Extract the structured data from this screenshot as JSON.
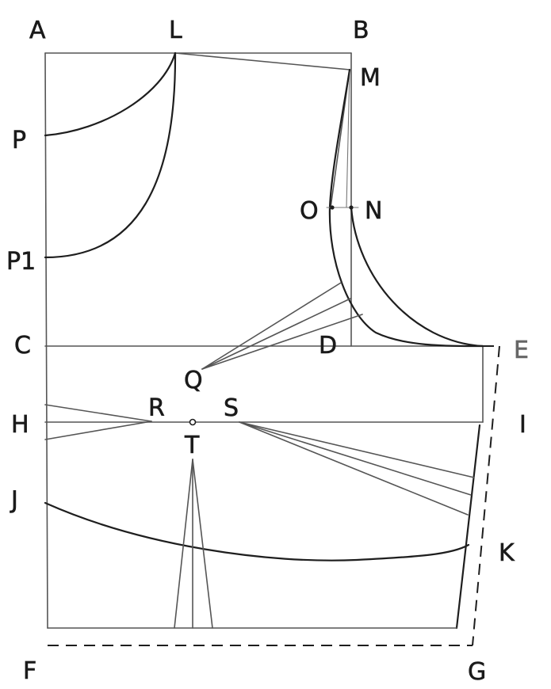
{
  "labels": {
    "A": "A",
    "L": "L",
    "B": "B",
    "M": "M",
    "P": "P",
    "P1": "P1",
    "O": "O",
    "N": "N",
    "C": "C",
    "D": "D",
    "E": "E",
    "Q": "Q",
    "H": "H",
    "R": "R",
    "S": "S",
    "I": "I",
    "T": "T",
    "J": "J",
    "K": "K",
    "F": "F",
    "G": "G"
  }
}
